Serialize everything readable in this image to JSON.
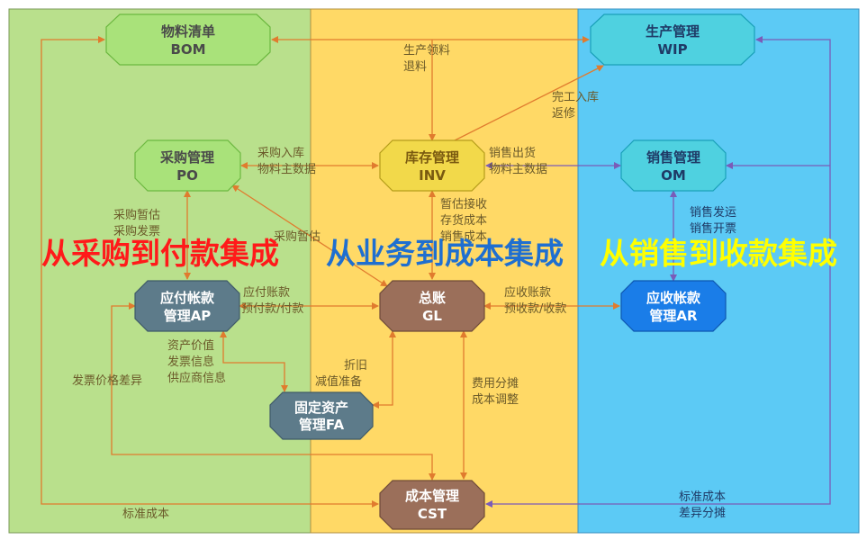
{
  "zones": [
    {
      "id": "purchase",
      "title": "从采购到付款集成",
      "fill": "#b9e08c",
      "title_color": "#ff1a1a"
    },
    {
      "id": "business",
      "title": "从业务到成本集成",
      "fill": "#ffd966",
      "title_color": "#1f6fd0"
    },
    {
      "id": "sales",
      "title": "从销售到收款集成",
      "fill": "#5ccaf5",
      "title_color": "#ffff00"
    }
  ],
  "nodes": {
    "bom": {
      "line1": "物料清单",
      "line2": "BOM",
      "fill": "#a9e27a",
      "stroke": "#6cb840",
      "text": "#4a4a4a"
    },
    "wip": {
      "line1": "生产管理",
      "line2": "WIP",
      "fill": "#4fd1e0",
      "stroke": "#1aa0b8",
      "text": "#1f3a66"
    },
    "po": {
      "line1": "采购管理",
      "line2": "PO",
      "fill": "#a9e27a",
      "stroke": "#6cb840",
      "text": "#4a4a4a"
    },
    "inv": {
      "line1": "库存管理",
      "line2": "INV",
      "fill": "#f2d94a",
      "stroke": "#b59d1a",
      "text": "#7a5a10"
    },
    "om": {
      "line1": "销售管理",
      "line2": "OM",
      "fill": "#4fd1e0",
      "stroke": "#1aa0b8",
      "text": "#1f3a66"
    },
    "ap": {
      "line1": "应付帐款",
      "line2": "管理AP",
      "fill": "#5d7b8a",
      "stroke": "#3f5a68",
      "text": "#ffffff"
    },
    "gl": {
      "line1": "总账",
      "line2": "GL",
      "fill": "#9b6f5a",
      "stroke": "#6f4a38",
      "text": "#ffffff"
    },
    "ar": {
      "line1": "应收帐款",
      "line2": "管理AR",
      "fill": "#1a7de8",
      "stroke": "#0d57b0",
      "text": "#ffffff"
    },
    "fa": {
      "line1": "固定资产",
      "line2": "管理FA",
      "fill": "#5d7b8a",
      "stroke": "#3f5a68",
      "text": "#ffffff"
    },
    "cst": {
      "line1": "成本管理",
      "line2": "CST",
      "fill": "#9b6f5a",
      "stroke": "#6f4a38",
      "text": "#ffffff"
    }
  },
  "labels": {
    "bom_inv": [
      "生产领料",
      "退料"
    ],
    "inv_wip": [
      "完工入库",
      "返修"
    ],
    "po_inv": [
      "采购入库",
      "物料主数据"
    ],
    "inv_om": [
      "销售出货",
      "物料主数据"
    ],
    "po_ap": [
      "采购暂估",
      "采购发票"
    ],
    "po_gl": [
      "采购暂估"
    ],
    "inv_gl": [
      "暂估接收",
      "存货成本",
      "销售成本"
    ],
    "om_ar": [
      "销售发运",
      "销售开票"
    ],
    "ap_gl": [
      "应付账款",
      "预付款/付款"
    ],
    "gl_ar": [
      "应收账款",
      "预收款/收款"
    ],
    "ap_fa": [
      "资产价值",
      "发票信息",
      "供应商信息"
    ],
    "fa_gl": [
      "折旧",
      "减值准备"
    ],
    "invoice_diff": [
      "发票价格差异"
    ],
    "gl_cst": [
      "费用分摊",
      "成本调整"
    ],
    "std_left": [
      "标准成本"
    ],
    "std_right": [
      "标准成本",
      "差异分摊"
    ]
  },
  "colors": {
    "arrow_orange": "#e07b2e",
    "arrow_purple": "#7a5cb8",
    "label_text": "#6b5a2a"
  }
}
